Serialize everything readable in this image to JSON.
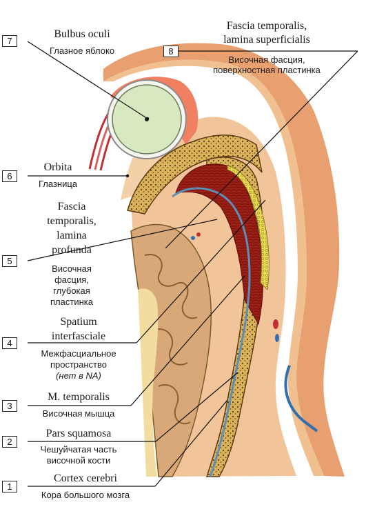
{
  "labels": [
    {
      "num": "7",
      "latin": "Bulbus oculi",
      "russian": "Глазное яблоко"
    },
    {
      "num": "8",
      "latin": [
        "Fascia temporalis,",
        "lamina superficialis"
      ],
      "russian": [
        "Височная фасция,",
        "поверхностная пластинка"
      ]
    },
    {
      "num": "6",
      "latin": "Orbita",
      "russian": "Глазница"
    },
    {
      "num": "5",
      "latin": [
        "Fascia",
        "temporalis,",
        "lamina",
        "profunda"
      ],
      "russian": [
        "Височная",
        "фасция,",
        "глубокая",
        "пластинка"
      ]
    },
    {
      "num": "4",
      "latin": [
        "Spatium",
        "interfasciale"
      ],
      "russian": [
        "Межфасциальное",
        "пространство",
        "(нет в NA)"
      ]
    },
    {
      "num": "3",
      "latin": "M. temporalis",
      "russian": "Височная мышца"
    },
    {
      "num": "2",
      "latin": "Pars squamosa",
      "russian": [
        "Чешуйчатая часть",
        "височной кости"
      ]
    },
    {
      "num": "1",
      "latin": "Cortex cerebri",
      "russian": "Кора большого мозга"
    }
  ]
}
